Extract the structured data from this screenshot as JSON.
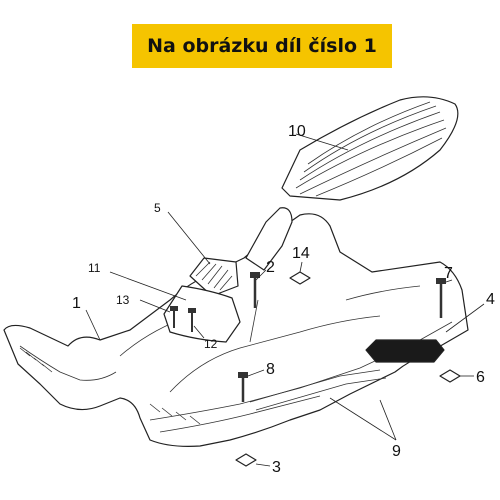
{
  "banner": {
    "text": "Na obrázku díl číslo 1"
  },
  "callouts": [
    "1",
    "2",
    "3",
    "4",
    "5",
    "6",
    "7",
    "8",
    "9",
    "10",
    "11",
    "12",
    "13",
    "14"
  ]
}
